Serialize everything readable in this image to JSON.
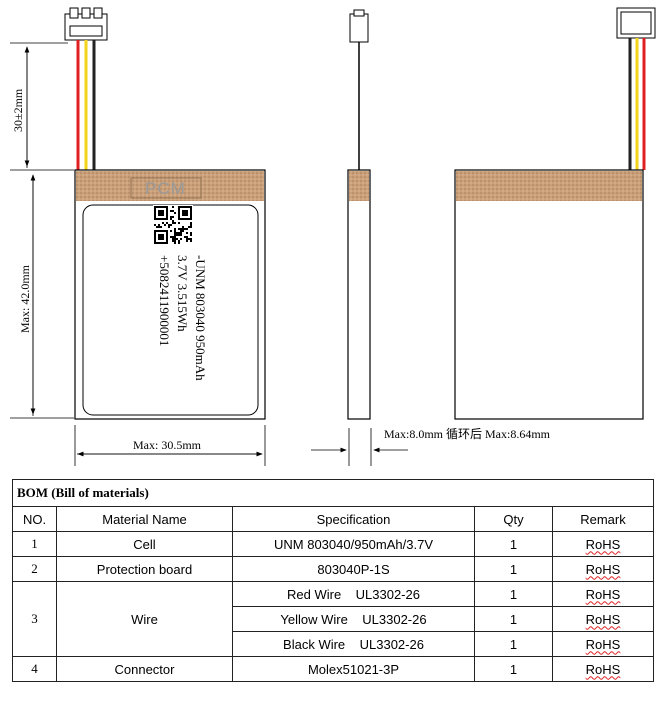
{
  "drawing": {
    "dim_lead_length": "30±2mm",
    "dim_height": "Max: 42.0mm",
    "dim_width": "Max: 30.5mm",
    "dim_thickness": "Max:8.0mm 循环后 Max:8.64mm",
    "pcm_label": "PCM",
    "cell_label_lines": [
      "-UNM 803040 950mAh",
      "3.7V 3.515Wh",
      "+5082411900001"
    ],
    "colors": {
      "pcm": "#c9a07a",
      "wire_red": "#e02020",
      "wire_yellow": "#f2d51a",
      "wire_black": "#222222"
    }
  },
  "bom": {
    "title": "BOM (Bill of materials)",
    "headers": [
      "NO.",
      "Material Name",
      "Specification",
      "Qty",
      "Remark"
    ],
    "rows": [
      {
        "no": "1",
        "name": "Cell",
        "spec": "UNM 803040/950mAh/3.7V",
        "qty": "1",
        "remark": "RoHS"
      },
      {
        "no": "2",
        "name": "Protection board",
        "spec": "803040P-1S",
        "qty": "1",
        "remark": "RoHS"
      },
      {
        "no": "3",
        "name": "Wire",
        "subrows": [
          {
            "spec": "Red Wire    UL3302-26",
            "qty": "1",
            "remark": "RoHS"
          },
          {
            "spec": "Yellow Wire    UL3302-26",
            "qty": "1",
            "remark": "RoHS"
          },
          {
            "spec": "Black Wire    UL3302-26",
            "qty": "1",
            "remark": "RoHS"
          }
        ]
      },
      {
        "no": "4",
        "name": "Connector",
        "spec": "Molex51021-3P",
        "qty": "1",
        "remark": "RoHS"
      }
    ]
  }
}
